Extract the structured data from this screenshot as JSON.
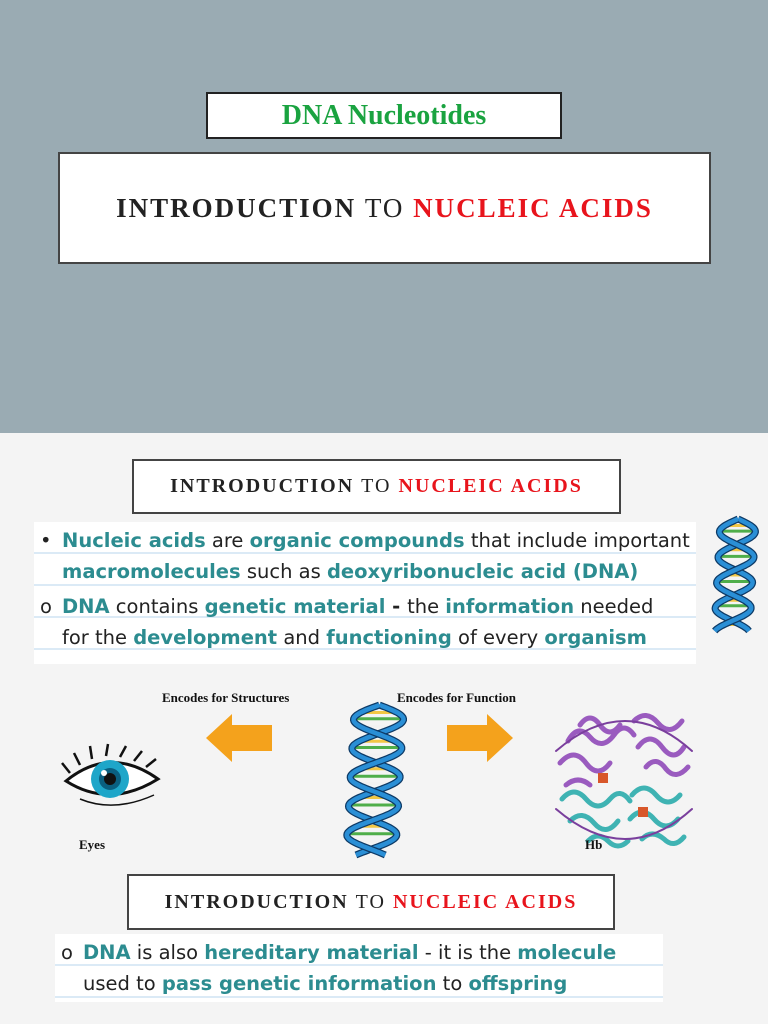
{
  "cover": {
    "subtitle": "DNA Nucleotides",
    "title": {
      "part1": "INTRODUCTION",
      "part2": "TO",
      "part3": "NUCLEIC ACIDS"
    }
  },
  "slide1": {
    "title": {
      "part1": "INTRODUCTION",
      "part2": "TO",
      "part3": "NUCLEIC ACIDS"
    },
    "bullet1": {
      "marker": "•",
      "line1": [
        {
          "text": "Nucleic acids",
          "style": "term"
        },
        {
          "text": " are ",
          "style": "plain"
        },
        {
          "text": "organic compounds",
          "style": "term"
        },
        {
          "text": " that include important",
          "style": "plain"
        }
      ],
      "line2": [
        {
          "text": "macromolecules",
          "style": "term"
        },
        {
          "text": " such as ",
          "style": "plain"
        },
        {
          "text": "deoxyribonucleic acid (DNA)",
          "style": "term"
        }
      ]
    },
    "bullet2": {
      "marker": "o",
      "line1": [
        {
          "text": "DNA",
          "style": "term"
        },
        {
          "text": " contains ",
          "style": "plain"
        },
        {
          "text": "genetic material",
          "style": "term"
        },
        {
          "text": " - ",
          "style": "plain-bold"
        },
        {
          "text": "the ",
          "style": "plain"
        },
        {
          "text": "information",
          "style": "term"
        },
        {
          "text": " needed",
          "style": "plain"
        }
      ],
      "line2": [
        {
          "text": "for the ",
          "style": "plain"
        },
        {
          "text": "development",
          "style": "term"
        },
        {
          "text": " and ",
          "style": "plain"
        },
        {
          "text": "functioning",
          "style": "term"
        },
        {
          "text": " of every ",
          "style": "plain"
        },
        {
          "text": "organism",
          "style": "term"
        }
      ]
    }
  },
  "figure": {
    "left_caption": "Encodes for Structures",
    "right_caption": "Encodes for Function",
    "left_label": "Eyes",
    "right_label": "Hb",
    "icons": [
      "dna-helix-icon",
      "eye-icon",
      "arrow-left-icon",
      "arrow-right-icon",
      "hemoglobin-icon"
    ],
    "colors": {
      "arrow": "#f4a21c",
      "helix": "#2a8fd6",
      "term": "#2c8c90",
      "red": "#e8141c",
      "green": "#1aa340"
    }
  },
  "slide2": {
    "title": {
      "part1": "INTRODUCTION",
      "part2": "TO",
      "part3": "NUCLEIC ACIDS"
    },
    "bullet1": {
      "marker": "o",
      "line1": [
        {
          "text": "DNA",
          "style": "term"
        },
        {
          "text": " is also ",
          "style": "plain"
        },
        {
          "text": "hereditary material",
          "style": "term"
        },
        {
          "text": " - it is the ",
          "style": "plain"
        },
        {
          "text": "molecule",
          "style": "term"
        }
      ],
      "line2": [
        {
          "text": "used to ",
          "style": "plain"
        },
        {
          "text": "pass genetic information",
          "style": "term"
        },
        {
          "text": " to ",
          "style": "plain"
        },
        {
          "text": "offspring",
          "style": "term"
        }
      ]
    }
  }
}
